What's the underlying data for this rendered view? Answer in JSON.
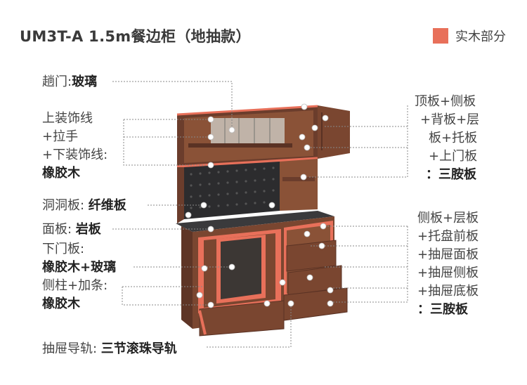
{
  "title": "UM3T-A 1.5m餐边柜（地抽款）",
  "legend": {
    "label": "实木部分",
    "color": "#e8705a"
  },
  "labels": {
    "door_top": {
      "prefix": "趟门:",
      "value": "玻璃"
    },
    "upper_trim": {
      "line1": "上装饰线",
      "line2": "+拉手",
      "line3": "+下装饰线:",
      "value": "橡胶木"
    },
    "pegboard": {
      "prefix": "洞洞板: ",
      "value": "纤维板"
    },
    "countertop": {
      "prefix": "面板: ",
      "value": "岩板"
    },
    "lower_door": {
      "line1": "下门板:",
      "value": "橡胶木+玻璃"
    },
    "side_post": {
      "line1": "侧柱+加条:",
      "value": "橡胶木"
    },
    "drawer_rail": {
      "prefix": "抽屉导轨: ",
      "value": "三节滚珠导轨"
    },
    "top_panels": {
      "line1": "顶板+侧板",
      "line2": "+背板+层",
      "line3": "板+托板",
      "line4": "+上门板",
      "value": "：三胺板"
    },
    "side_panels": {
      "line1": "侧板+层板",
      "line2": "+托盘前板",
      "line3": "+抽屉面板",
      "line4": "+抽屉侧板",
      "line5": "+抽屉底板",
      "value": "：三胺板"
    }
  }
}
